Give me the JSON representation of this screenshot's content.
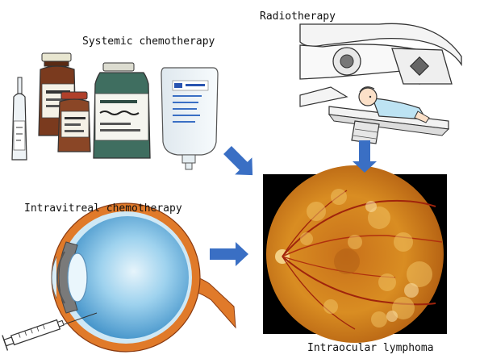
{
  "labels": {
    "systemic": "Systemic chemotherapy",
    "radiotherapy": "Radiotherapy",
    "intravitreal": "Intravitreal chemotherapy",
    "lymphoma": "Intraocular lymphoma"
  },
  "colors": {
    "arrow": "#3a6fc4",
    "fundus": "#d88a1e",
    "eyeball": "#6fb6e0",
    "sclera_band": "#e07a2a",
    "bottle_brown": "#7a3a1e",
    "bottle_green": "#3f6e60"
  },
  "icons": [
    "vial-icon",
    "medicine-bottle-icon",
    "iv-bag-icon",
    "radiotherapy-machine-icon",
    "patient-icon",
    "eye-cross-section-icon",
    "syringe-icon",
    "fundus-photo"
  ]
}
